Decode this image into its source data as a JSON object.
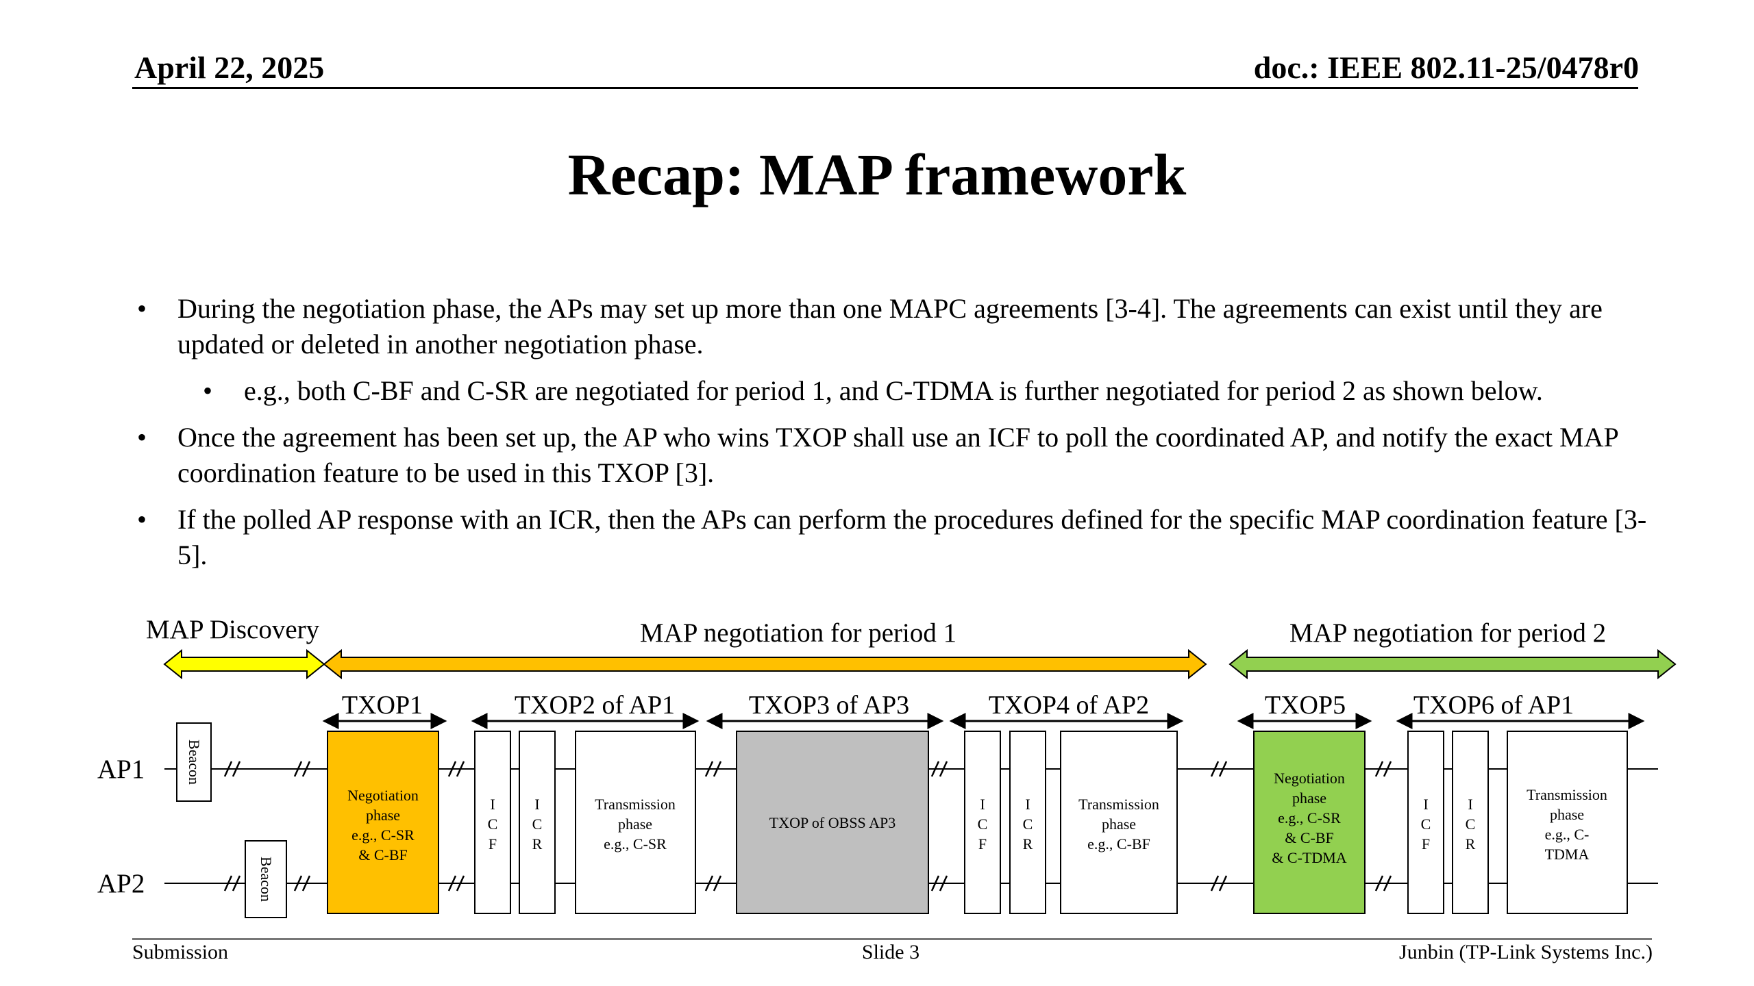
{
  "header": {
    "date": "April 22, 2025",
    "doc_id": "doc.: IEEE 802.11-25/0478r0"
  },
  "title": "Recap: MAP framework",
  "bullets": [
    "During the negotiation phase, the APs may set up more than one MAPC agreements [3-4]. The agreements can exist until they are updated or deleted in another negotiation phase.",
    "e.g., both C-BF and C-SR are negotiated for period 1, and C-TDMA is further negotiated for period 2 as shown below.",
    "Once the agreement has been set up, the AP who wins TXOP shall use an ICF to poll the coordinated AP, and notify the exact MAP coordination feature to be used in this TXOP [3].",
    "If the polled AP response with an ICR, then the APs can perform the procedures defined for the specific MAP coordination feature [3-5]."
  ],
  "diagram": {
    "colors": {
      "discovery": "#ffff00",
      "period1": "#ffc000",
      "period2": "#92d050",
      "obss": "#bfbfbf"
    },
    "phases": {
      "discovery": "MAP Discovery",
      "period1": "MAP negotiation for period 1",
      "period2": "MAP negotiation for period 2"
    },
    "txops": {
      "t1": "TXOP1",
      "t2": "TXOP2 of AP1",
      "t3": "TXOP3 of AP3",
      "t4": "TXOP4 of AP2",
      "t5": "TXOP5",
      "t6": "TXOP6 of AP1"
    },
    "rows": {
      "ap1": "AP1",
      "ap2": "AP2"
    },
    "beacon": "Beacon",
    "neg1": [
      "Negotiation",
      "phase",
      "e.g., C-SR",
      "& C-BF"
    ],
    "icf": [
      "I",
      "C",
      "F"
    ],
    "icr": [
      "I",
      "C",
      "R"
    ],
    "trans_csr": [
      "Transmission",
      "phase",
      "e.g., C-SR"
    ],
    "obss": "TXOP of OBSS AP3",
    "trans_cbf": [
      "Transmission",
      "phase",
      "e.g., C-BF"
    ],
    "neg2": [
      "Negotiation",
      "phase",
      "e.g., C-SR",
      "& C-BF",
      "& C-TDMA"
    ],
    "trans_ctdma": [
      "Transmission",
      "phase",
      "e.g., C-",
      "TDMA"
    ]
  },
  "footer": {
    "left": "Submission",
    "center": "Slide 3",
    "right": "Junbin (TP-Link Systems Inc.)"
  }
}
